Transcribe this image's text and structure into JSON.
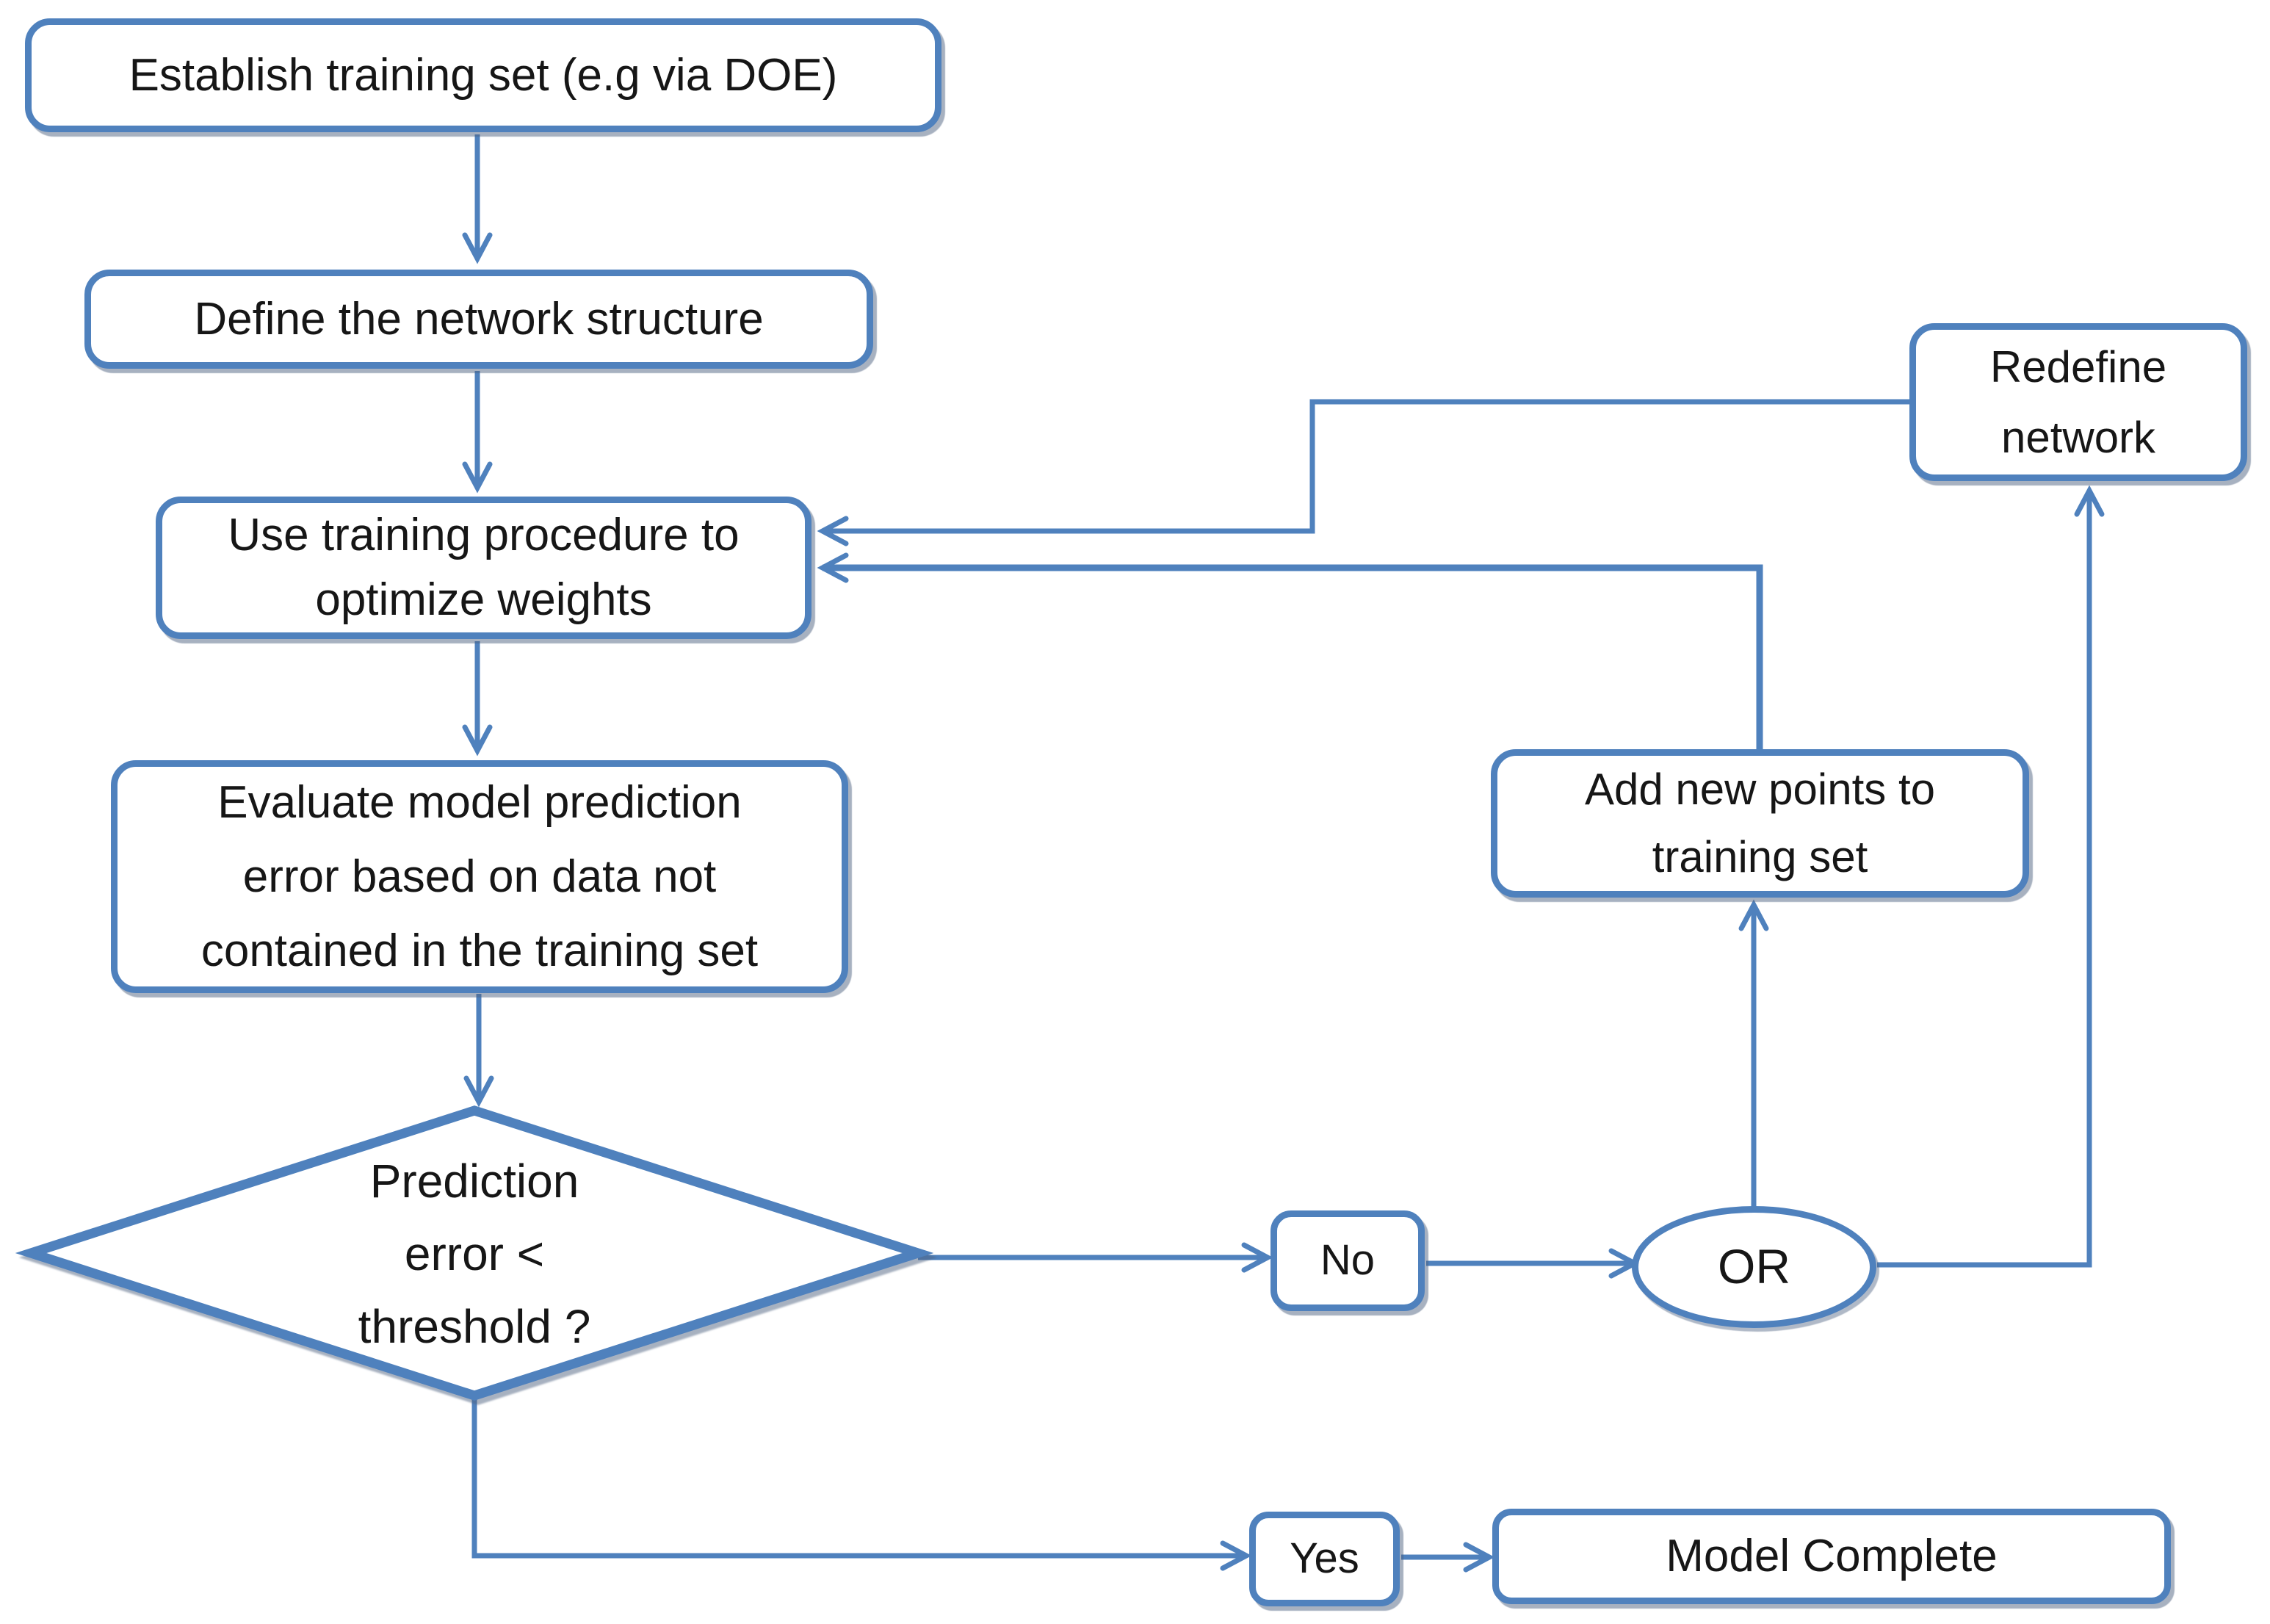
{
  "diagram": {
    "background_color": "#ffffff",
    "accent_color": "#4f81bd",
    "line_color": "#4f81bd",
    "text_color": "#161616",
    "nodes": {
      "establish": {
        "lines": [
          "Establish training set (e.g via DOE)"
        ]
      },
      "define": {
        "lines": [
          "Define the network structure"
        ]
      },
      "use_training": {
        "lines": [
          "Use training procedure to",
          "optimize weights"
        ]
      },
      "evaluate": {
        "lines": [
          "Evaluate model prediction",
          "error based on data not",
          "contained in the training set"
        ]
      },
      "decision": {
        "lines": [
          "Prediction",
          "error <",
          "threshold ?"
        ]
      },
      "no": {
        "lines": [
          "No"
        ]
      },
      "or": {
        "lines": [
          "OR"
        ]
      },
      "add_points": {
        "lines": [
          "Add new points to",
          "training set"
        ]
      },
      "redefine": {
        "lines": [
          "Redefine",
          "network"
        ]
      },
      "yes": {
        "lines": [
          "Yes"
        ]
      },
      "model_complete": {
        "lines": [
          "Model Complete"
        ]
      }
    },
    "edges": [
      {
        "from": "establish",
        "to": "define"
      },
      {
        "from": "define",
        "to": "use_training"
      },
      {
        "from": "use_training",
        "to": "evaluate"
      },
      {
        "from": "evaluate",
        "to": "decision"
      },
      {
        "from": "decision",
        "to": "no"
      },
      {
        "from": "no",
        "to": "or"
      },
      {
        "from": "or",
        "to": "add_points"
      },
      {
        "from": "or",
        "to": "redefine"
      },
      {
        "from": "add_points",
        "to": "use_training"
      },
      {
        "from": "redefine",
        "to": "use_training"
      },
      {
        "from": "decision",
        "to": "yes"
      },
      {
        "from": "yes",
        "to": "model_complete"
      }
    ]
  }
}
